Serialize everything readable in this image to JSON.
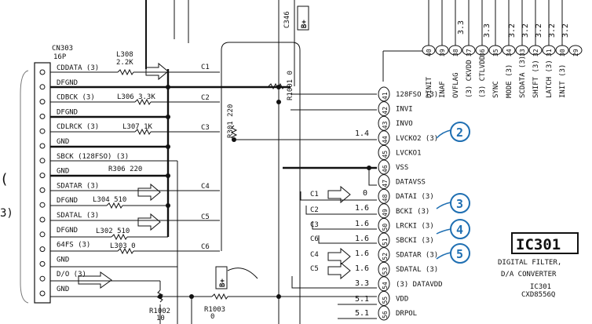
{
  "connector": {
    "ref": "CN303",
    "pins_count": "16P",
    "pins": [
      "CDDATA (3)",
      "DFGND",
      "CDBCK (3)",
      "DFGND",
      "CDLRCK (3)",
      "GND",
      "SBCK (128FSO) (3)",
      "GND",
      "SDATAR (3)",
      "DFGND",
      "SDATAL (3)",
      "DFGND",
      "64FS (3)",
      "GND",
      "D/O (3)",
      "GND"
    ]
  },
  "resistors": {
    "r308_ref": "L308",
    "r308_val": "2.2K",
    "r306": "L306 3.3K",
    "r307": "L307 1K",
    "r306b": "R306 220",
    "r304": "L304 510",
    "r302": "L302 510",
    "r303": "L303 0",
    "r1001": "R1001 0",
    "r301": "R301 220",
    "r1002_ref": "R1002",
    "r1002_val": "10",
    "r1003_ref": "R1003",
    "r1003_val": "0"
  },
  "connections": {
    "left": [
      "C1",
      "C2",
      "C3",
      "C4",
      "C5",
      "C6"
    ],
    "right": [
      "C1",
      "C2",
      "C3",
      "C6",
      "C4",
      "C5"
    ]
  },
  "misc": {
    "c346": "C346",
    "bplus": "B+",
    "voltages": [
      "1.4",
      "0",
      "1.6",
      "1.6",
      "1.6",
      "1.6",
      "1.6",
      "3.3",
      "5.1",
      "5.1"
    ]
  },
  "ic": {
    "name": "IC301",
    "desc1": "DIGITAL FILTER,",
    "desc2": "D/A CONVERTER",
    "ref": "IC301",
    "part": "CXD8556Q",
    "pins": [
      {
        "num": "41",
        "label": "128FSO (3)"
      },
      {
        "num": "42",
        "label": "INVI"
      },
      {
        "num": "43",
        "label": "INVO"
      },
      {
        "num": "44",
        "label": "LVCKO2 (3)"
      },
      {
        "num": "45",
        "label": "LVCKO1"
      },
      {
        "num": "46",
        "label": "VSS"
      },
      {
        "num": "47",
        "label": "DATAVSS"
      },
      {
        "num": "48",
        "label": "DATAI (3)"
      },
      {
        "num": "49",
        "label": "BCKI (3)"
      },
      {
        "num": "50",
        "label": "LRCKI (3)"
      },
      {
        "num": "51",
        "label": "SBCKI (3)"
      },
      {
        "num": "52",
        "label": "SDATAR (3)"
      },
      {
        "num": "53",
        "label": "SDATAL (3)"
      },
      {
        "num": "54",
        "label": "(3) DATAVDD"
      },
      {
        "num": "55",
        "label": "VDD"
      },
      {
        "num": "56",
        "label": "DRPOL"
      }
    ],
    "top_pins": [
      {
        "num": "40",
        "label": "DINIT"
      },
      {
        "num": "39",
        "label": "INAF"
      },
      {
        "num": "38",
        "label": "OVFLAG"
      },
      {
        "num": "37",
        "label": "(3) CKVDD"
      },
      {
        "num": "36",
        "label": "(3) CTLVDD"
      },
      {
        "num": "35",
        "label": "SYNC"
      },
      {
        "num": "34",
        "label": "MODE (3)"
      },
      {
        "num": "33",
        "label": "SCDATA (3)"
      },
      {
        "num": "32",
        "label": "SHIFT (3)"
      },
      {
        "num": "31",
        "label": "LATCH (3)"
      },
      {
        "num": "30",
        "label": "INIT (3)"
      },
      {
        "num": "29",
        "label": ""
      }
    ],
    "top_volts": [
      "3.3",
      "3.3",
      "3.2",
      "3.2",
      "3.2",
      "3.2",
      "3.2"
    ]
  },
  "callouts": [
    "2",
    "3",
    "4",
    "5"
  ],
  "margin_left": [
    "(",
    "3)"
  ]
}
